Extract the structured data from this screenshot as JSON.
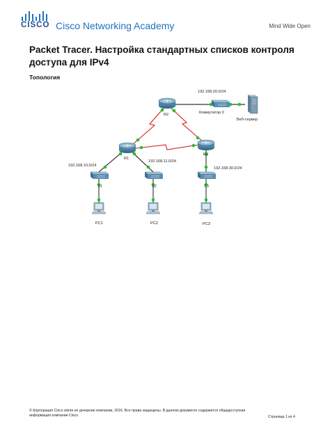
{
  "header": {
    "brand": "CISCO",
    "product": "Cisco Networking Academy",
    "tagline": "Mind Wide Open"
  },
  "document": {
    "title": "Packet Tracer. Настройка стандартных списков контроля доступа для IPv4",
    "section_heading": "Топология"
  },
  "topology": {
    "nodes": {
      "r2": "R2",
      "r1": "R1",
      "r3": "R3",
      "switch0": "Коммутатор 0",
      "web_server": "Веб-сервер",
      "s1": "S1",
      "s2": "S2",
      "s3": "S3",
      "pc1": "PC1",
      "pc2": "PC2",
      "pc3": "PC3"
    },
    "networks": {
      "net_server": "192.168.20.0/24",
      "net_pc1": "192.168.10.0/24",
      "net_pc2": "192.168.11.0/24",
      "net_pc3": "192.168.30.0/24"
    },
    "colors": {
      "link": "#000000",
      "serial_link": "#d81b1b",
      "link_status": "#22c22a",
      "device": "#5f8fae"
    }
  },
  "footer": {
    "copyright": "© Корпорация Cisco и/или ее дочерние компании, 2016. Все права защищены. В данном документе содержится общедоступная информация компании Cisco.",
    "page": "Страница 1 из 4"
  }
}
